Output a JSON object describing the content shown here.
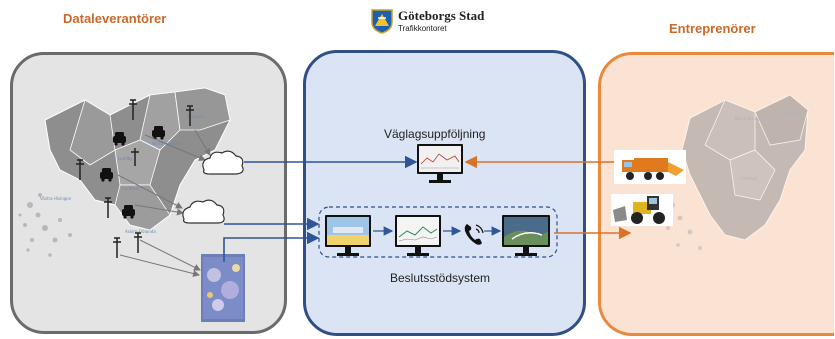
{
  "headings": {
    "left": "Dataleverantörer",
    "right": "Entreprenörer"
  },
  "logo": {
    "title": "Göteborgs Stad",
    "subtitle": "Trafikkontoret"
  },
  "middle": {
    "top_label": "Väglagsuppföljning",
    "bottom_label": "Beslutsstödsystem"
  },
  "colors": {
    "left_panel_fill": "#e4e4e4",
    "left_panel_border": "#6b6b6b",
    "mid_panel_fill": "#dbe4f4",
    "mid_panel_border": "#2f4f86",
    "right_panel_fill": "#fbe3d3",
    "right_panel_border": "#e8893b",
    "heading": "#c9692a",
    "blue_arrow": "#2f5597",
    "orange_arrow": "#d9732a"
  },
  "icons": [
    "weather-station-icon",
    "road-sensor-car-icon",
    "cloud-icon",
    "radar-map-icon",
    "monitor-icon",
    "phone-icon",
    "snowplow-truck-icon",
    "wheel-loader-icon",
    "city-logo-icon"
  ]
}
